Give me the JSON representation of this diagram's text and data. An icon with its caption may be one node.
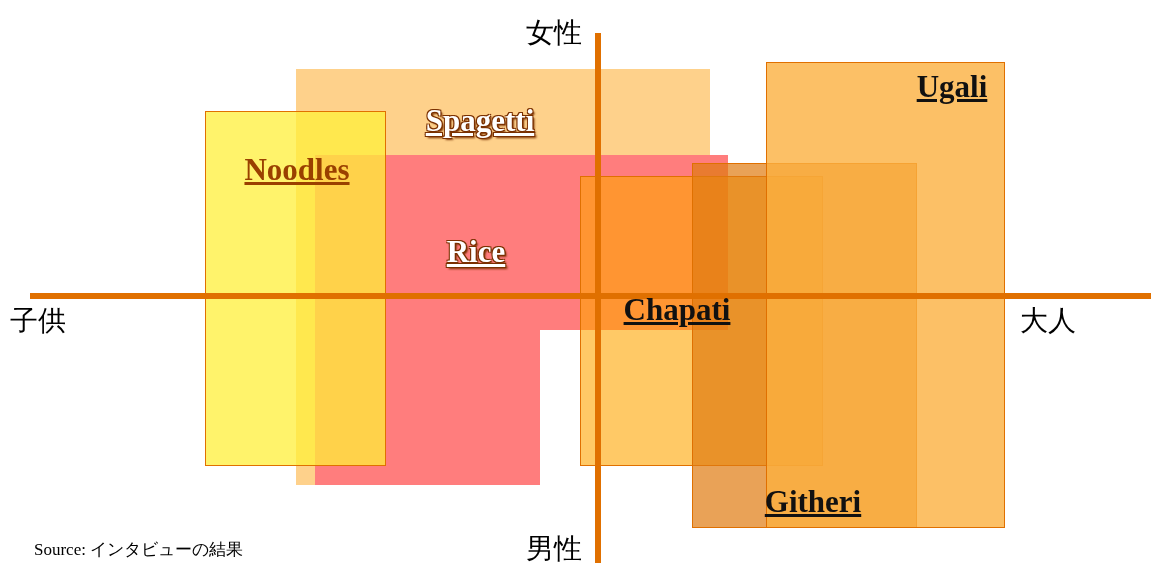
{
  "diagram": {
    "caption": "Source: インタビューの結果",
    "nodes": [
      {
        "text": [
          "Spagetti"
        ]
      },
      {
        "text": [
          "Rice"
        ]
      },
      {
        "text": [
          "Noodles"
        ]
      },
      {
        "text": [
          "Chapati"
        ]
      },
      {
        "text": [
          "Githeri"
        ]
      },
      {
        "text": [
          "Ugali"
        ]
      }
    ],
    "labels": [
      "女性",
      "子供",
      "大人",
      "男性"
    ]
  }
}
